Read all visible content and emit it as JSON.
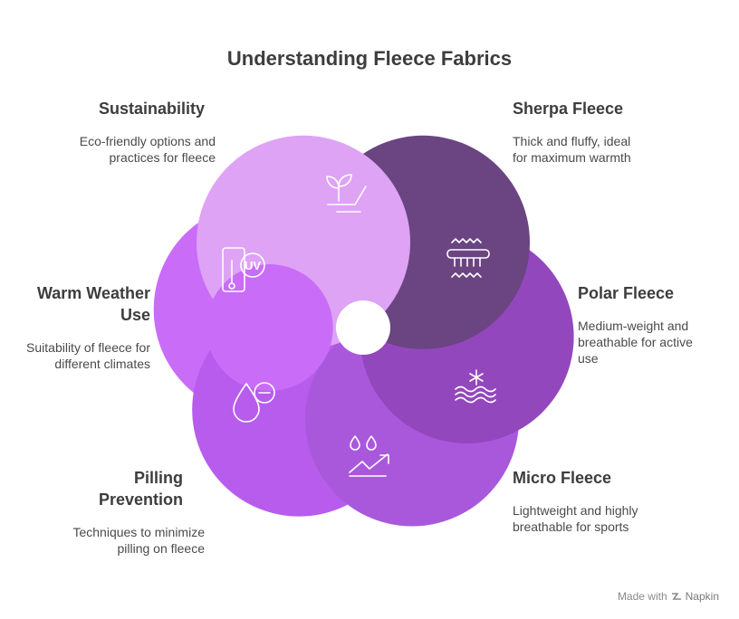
{
  "title": "Understanding Fleece Fabrics",
  "items": [
    {
      "heading": "Sustainability",
      "description": "Eco-friendly options and practices for fleece",
      "icon": "plant-hand-icon",
      "color": "#dea3f5"
    },
    {
      "heading": "Sherpa Fleece",
      "description": "Thick and fluffy, ideal for maximum warmth",
      "icon": "fluffy-fabric-icon",
      "color": "#6b4482"
    },
    {
      "heading": "Polar Fleece",
      "description": "Medium-weight and breathable for active use",
      "icon": "snowflake-waves-icon",
      "color": "#9347bd"
    },
    {
      "heading": "Micro Fleece",
      "description": "Lightweight and highly breathable for sports",
      "icon": "drops-arrow-icon",
      "color": "#a958dc"
    },
    {
      "heading": "Pilling Prevention",
      "description": "Techniques to minimize pilling on fleece",
      "icon": "drop-minus-icon",
      "color": "#b75cec"
    },
    {
      "heading": "Warm Weather Use",
      "description": "Suitability of fleece for different climates",
      "icon": "thermometer-uv-icon",
      "color": "#c96cf8"
    }
  ],
  "footer": {
    "made_with": "Made with",
    "brand": "Napkin"
  }
}
